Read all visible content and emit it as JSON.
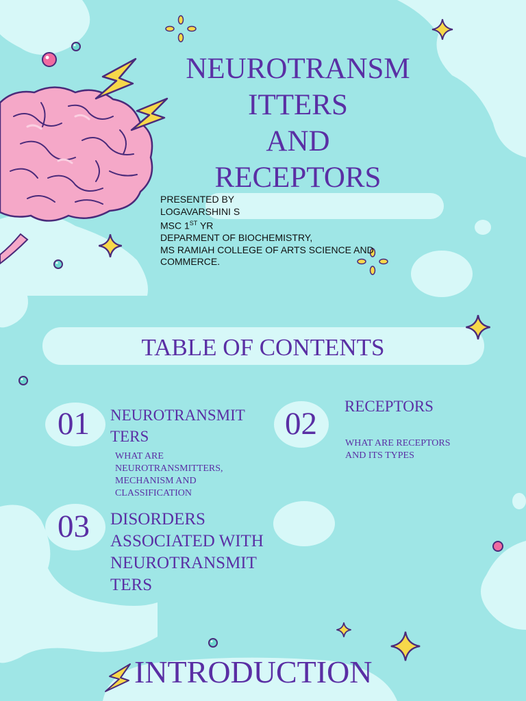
{
  "slide1": {
    "title_lines": [
      "NEUROTRANSM",
      "ITTERS",
      "AND",
      "RECEPTORS"
    ],
    "presenter": {
      "line1": "PRESENTED BY",
      "line2": "LOGAVARSHINI S",
      "line3_prefix": "MSC 1",
      "line3_sup": "ST",
      "line3_suffix": " YR",
      "line4": "DEPARMENT OF BIOCHEMISTRY,",
      "line5": "MS RAMIAH COLLEGE OF ARTS SCIENCE AND",
      "line6": "COMMERCE."
    }
  },
  "toc": {
    "title": "TABLE OF CONTENTS",
    "items": [
      {
        "number": "01",
        "heading_lines": [
          "NEUROTRANSMIT",
          "TERS"
        ],
        "description_lines": [
          "WHAT ARE",
          "NEUROTRANSMITTERS,",
          "MECHANISM AND",
          "CLASSIFICATION"
        ]
      },
      {
        "number": "02",
        "heading_lines": [
          "RECEPTORS"
        ],
        "description_lines": [
          "WHAT ARE RECEPTORS",
          "AND ITS TYPES"
        ]
      },
      {
        "number": "03",
        "heading_lines": [
          "DISORDERS",
          "ASSOCIATED WITH",
          "NEUROTRANSMIT",
          "TERS"
        ],
        "description_lines": []
      }
    ]
  },
  "intro": {
    "title": "INTRODUCTION"
  },
  "colors": {
    "background": "#9fe6e6",
    "blob": "#d7f8f8",
    "text_purple": "#5a2fa4",
    "sparkle": "#f7d84a",
    "brain_pink": "#f5a8c8",
    "outline": "#4a2a7a"
  },
  "icons": [
    "brain-illustration",
    "lightning-bolt-icon",
    "sparkle-star-icon",
    "flower-sparkle-icon",
    "bubble-dot-icon"
  ]
}
